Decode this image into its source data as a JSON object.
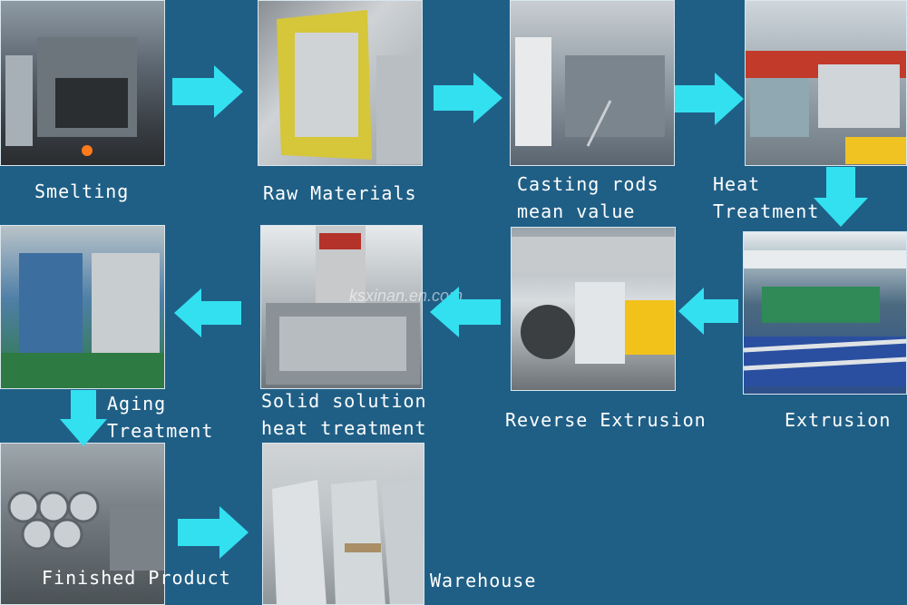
{
  "steps": {
    "smelting": "Smelting",
    "raw_materials": "Raw Materials",
    "casting_line1": "Casting rods",
    "casting_line2": "mean value",
    "heat_line1": "Heat",
    "heat_line2": "Treatment",
    "extrusion": "Extrusion",
    "reverse_extrusion": "Reverse Extrusion",
    "solid_line1": "Solid solution",
    "solid_line2": "heat treatment",
    "aging_line1": "Aging",
    "aging_line2": "Treatment",
    "finished_product": "Finished Product",
    "warehouse": "Warehouse"
  },
  "watermark": "ksxinan.en.com",
  "colors": {
    "background": "#1f5f86",
    "arrow": "#33e0f0",
    "text": "#ffffff"
  }
}
